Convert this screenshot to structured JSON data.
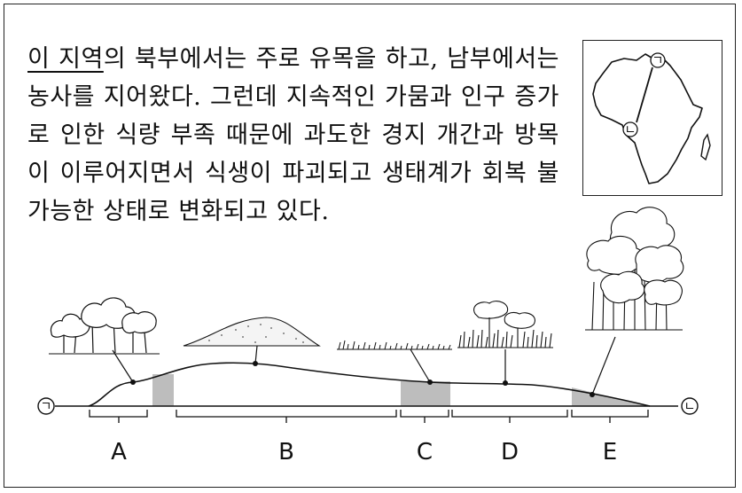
{
  "passage": {
    "highlight": "이 지역",
    "rest": "의 북부에서는 주로 유목을 하고, 남부에서는 농사를 지어왔다. 그런데 지속적인 가뭄과 인구 증가로 인한 식량 부족 때문에 과도한 경지 개간과 방목이 이루어지면서 식생이 파괴되고 생태계가 회복 불가능한 상태로 변화되고 있다."
  },
  "map": {
    "marker_north": "ㄱ",
    "marker_south": "ㄴ"
  },
  "profile": {
    "end_left": "ㄱ",
    "end_right": "ㄴ",
    "regions": [
      "A",
      "B",
      "C",
      "D",
      "E"
    ]
  },
  "colors": {
    "shade": "#bdbdbd",
    "line": "#111111"
  }
}
